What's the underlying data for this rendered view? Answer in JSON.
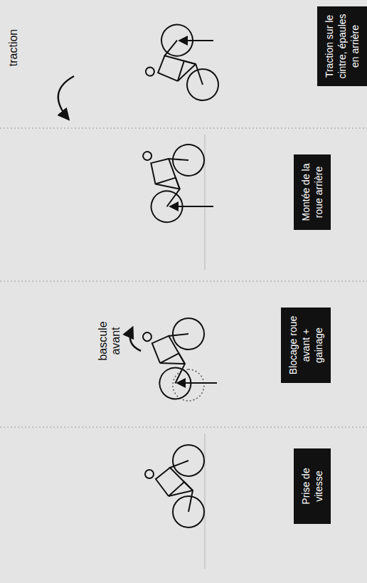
{
  "diagram": {
    "nodes": [
      {
        "text": [
          "Prise de vitesse"
        ]
      },
      {
        "text": [
          "Blocage roue avant + gainage"
        ]
      },
      {
        "text": [
          "Montée de la roue arrière"
        ]
      },
      {
        "text": [
          "Traction sur le cintre, épaules en arrière"
        ]
      }
    ],
    "labels": [
      "bascule avant",
      "traction"
    ]
  }
}
